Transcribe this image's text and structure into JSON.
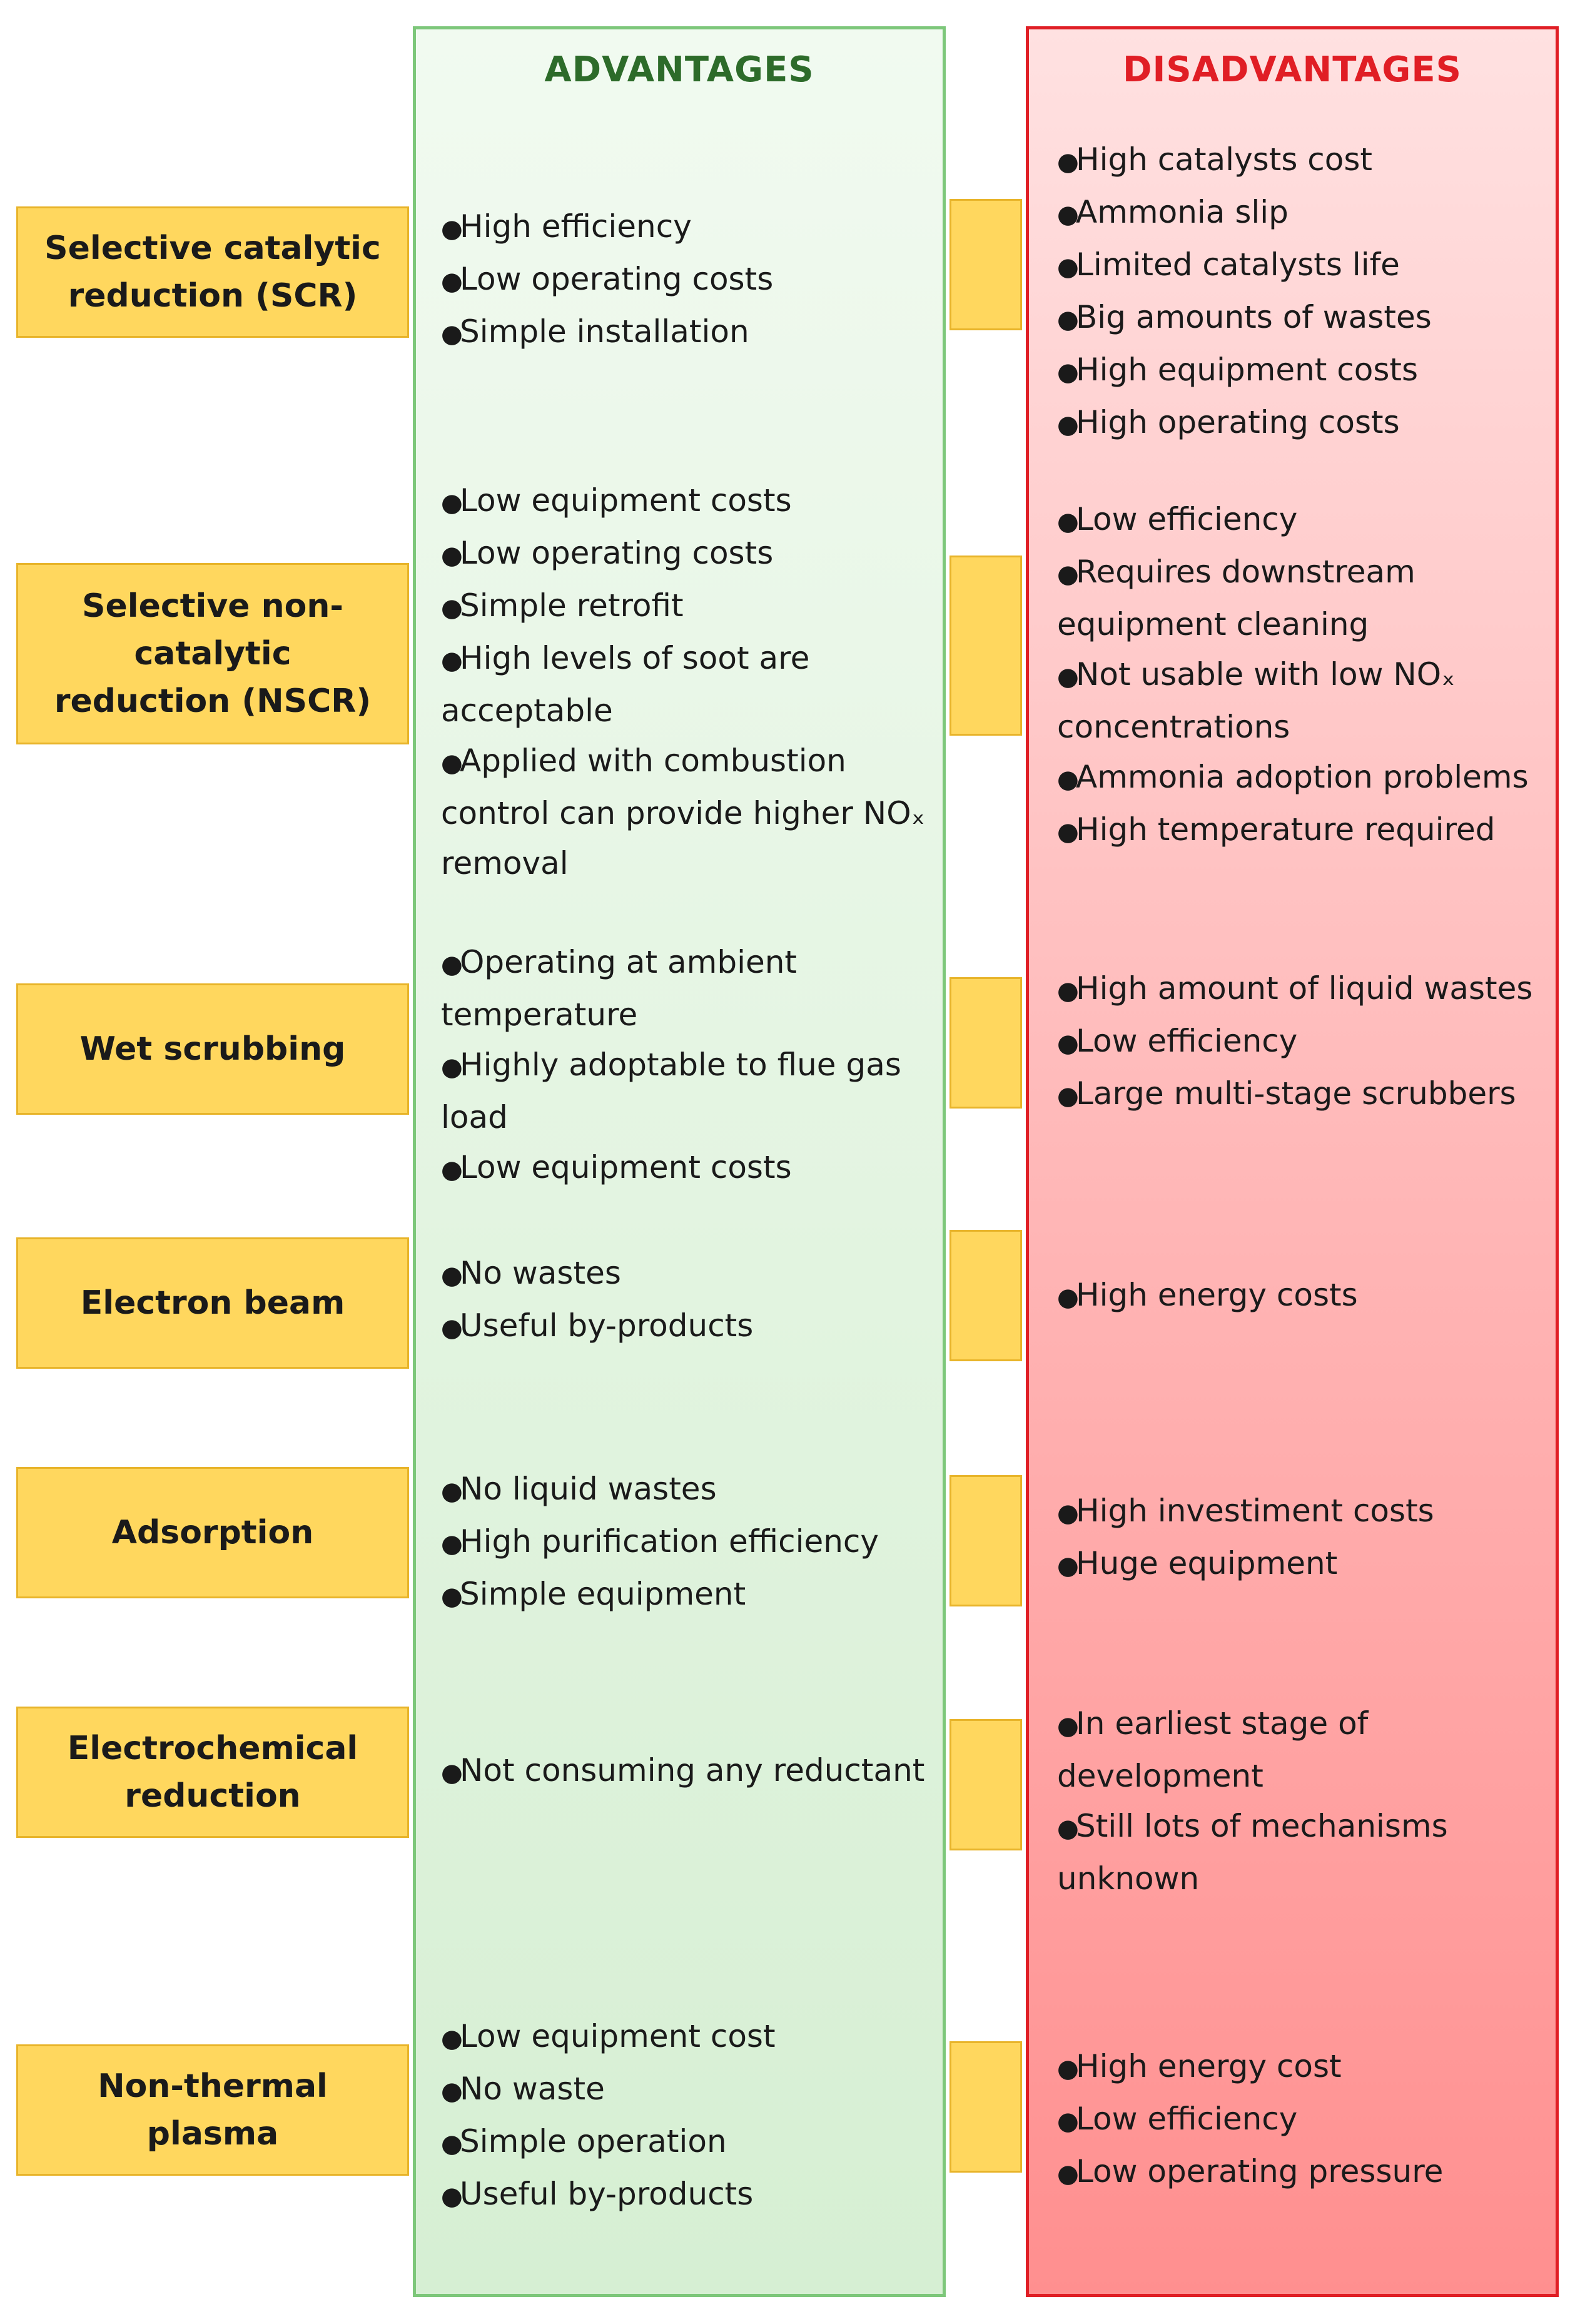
{
  "headers": {
    "advantages": "ADVANTAGES",
    "disadvantages": "DISADVANTAGES"
  },
  "bullet_glyph": "●",
  "technologies": [
    {
      "name": "Selective catalytic reduction (SCR)",
      "advantages": [
        "High efficiency",
        "Low operating costs",
        "Simple installation"
      ],
      "disadvantages": [
        "High catalysts cost",
        "Ammonia slip",
        "Limited catalysts life",
        "Big amounts of wastes",
        "High equipment costs",
        "High operating costs"
      ]
    },
    {
      "name": "Selective non-catalytic reduction (NSCR)",
      "advantages": [
        "Low equipment costs",
        "Low operating costs",
        "Simple retrofit",
        "High levels of soot are acceptable",
        "Applied with combustion control can provide higher NOₓ removal"
      ],
      "disadvantages": [
        "Low efficiency",
        "Requires downstream equipment cleaning",
        "Not usable with low NOₓ concentrations",
        "Ammonia adoption problems",
        "High temperature required"
      ]
    },
    {
      "name": "Wet scrubbing",
      "advantages": [
        "Operating at ambient temperature",
        "Highly adoptable to flue gas load",
        "Low equipment costs"
      ],
      "disadvantages": [
        "High amount of liquid wastes",
        "Low efficiency",
        "Large multi-stage scrubbers"
      ]
    },
    {
      "name": "Electron beam",
      "advantages": [
        "No wastes",
        "Useful by-products"
      ],
      "disadvantages": [
        "High energy costs"
      ]
    },
    {
      "name": "Adsorption",
      "advantages": [
        "No liquid wastes",
        "High purification efficiency",
        "Simple equipment"
      ],
      "disadvantages": [
        "High investiment costs",
        "Huge equipment"
      ]
    },
    {
      "name": "Electrochemical reduction",
      "advantages": [
        "Not consuming any reductant"
      ],
      "disadvantages": [
        "In earliest stage of development",
        "Still lots of mechanisms unknown"
      ]
    },
    {
      "name": "Non-thermal plasma",
      "advantages": [
        "Low equipment cost",
        "No waste",
        "Simple operation",
        "Useful by-products"
      ],
      "disadvantages": [
        "High energy cost",
        "Low efficiency",
        "Low operating pressure"
      ]
    }
  ]
}
